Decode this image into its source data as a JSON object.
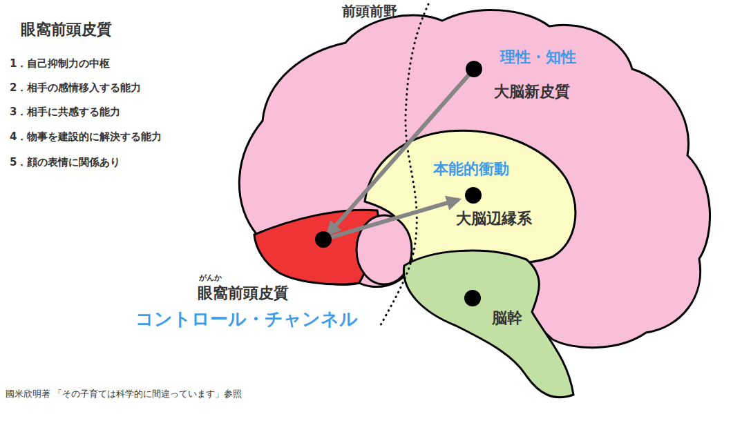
{
  "diagram": {
    "title": "眼窩前頭皮質",
    "nodes": [
      {
        "text": [
          "理性・知性",
          "大脳新皮質"
        ]
      },
      {
        "text": [
          "本能的衝動",
          "大脳辺縁系"
        ]
      },
      {
        "text": [
          "がんか",
          "眼窩前頭皮質",
          "コントロール・チャンネル"
        ]
      },
      {
        "text": [
          "脳幹"
        ]
      }
    ],
    "edges": [
      {
        "from": 0,
        "to": 2,
        "arrow": "to"
      },
      {
        "from": 2,
        "to": 1,
        "arrow": "to"
      }
    ],
    "labels": [
      "1．自己抑制力の中枢",
      "2．相手の感情移入する能力",
      "3．相手に共感する能力",
      "4．物事を建設的に解決する能力",
      "5．顔の表情に関係あり",
      "前頭前野"
    ],
    "caption": "國米欣明著 「その子育ては科学的に間違っています」参照"
  }
}
